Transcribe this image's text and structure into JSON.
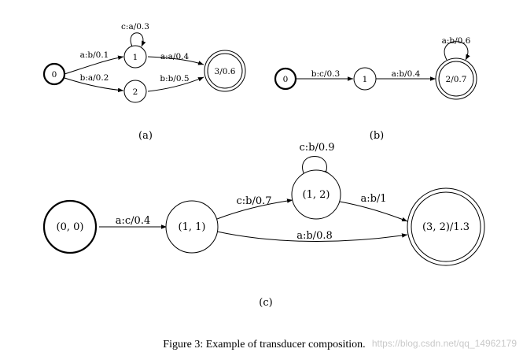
{
  "figure": {
    "panel_a": {
      "label": "(a)",
      "states": [
        {
          "id": "a0",
          "label": "0",
          "initial": true,
          "final": false
        },
        {
          "id": "a1",
          "label": "1",
          "initial": false,
          "final": false
        },
        {
          "id": "a2",
          "label": "2",
          "initial": false,
          "final": false
        },
        {
          "id": "a3",
          "label": "3/0.6",
          "initial": false,
          "final": true
        }
      ],
      "edges": [
        {
          "from": "a0",
          "to": "a1",
          "label": "a:b/0.1"
        },
        {
          "from": "a0",
          "to": "a2",
          "label": "b:a/0.2"
        },
        {
          "from": "a1",
          "to": "a1",
          "label": "c:a/0.3"
        },
        {
          "from": "a1",
          "to": "a3",
          "label": "a:a/0.4"
        },
        {
          "from": "a2",
          "to": "a3",
          "label": "b:b/0.5"
        }
      ]
    },
    "panel_b": {
      "label": "(b)",
      "states": [
        {
          "id": "b0",
          "label": "0",
          "initial": true,
          "final": false
        },
        {
          "id": "b1",
          "label": "1",
          "initial": false,
          "final": false
        },
        {
          "id": "b2",
          "label": "2/0.7",
          "initial": false,
          "final": true
        }
      ],
      "edges": [
        {
          "from": "b0",
          "to": "b1",
          "label": "b:c/0.3"
        },
        {
          "from": "b1",
          "to": "b2",
          "label": "a:b/0.4"
        },
        {
          "from": "b2",
          "to": "b2",
          "label": "a:b/0.6"
        }
      ]
    },
    "panel_c": {
      "label": "(c)",
      "states": [
        {
          "id": "c00",
          "label": "(0, 0)",
          "initial": true,
          "final": false
        },
        {
          "id": "c11",
          "label": "(1, 1)",
          "initial": false,
          "final": false
        },
        {
          "id": "c12",
          "label": "(1, 2)",
          "initial": false,
          "final": false
        },
        {
          "id": "c32",
          "label": "(3, 2)/1.3",
          "initial": false,
          "final": true
        }
      ],
      "edges": [
        {
          "from": "c00",
          "to": "c11",
          "label": "a:c/0.4"
        },
        {
          "from": "c11",
          "to": "c12",
          "label": "c:b/0.7"
        },
        {
          "from": "c12",
          "to": "c12",
          "label": "c:b/0.9"
        },
        {
          "from": "c12",
          "to": "c32",
          "label": "a:b/1"
        },
        {
          "from": "c11",
          "to": "c32",
          "label": "a:b/0.8"
        }
      ]
    },
    "caption": "Figure 3: Example of transducer composition.",
    "watermark": "https://blog.csdn.net/qq_14962179"
  }
}
